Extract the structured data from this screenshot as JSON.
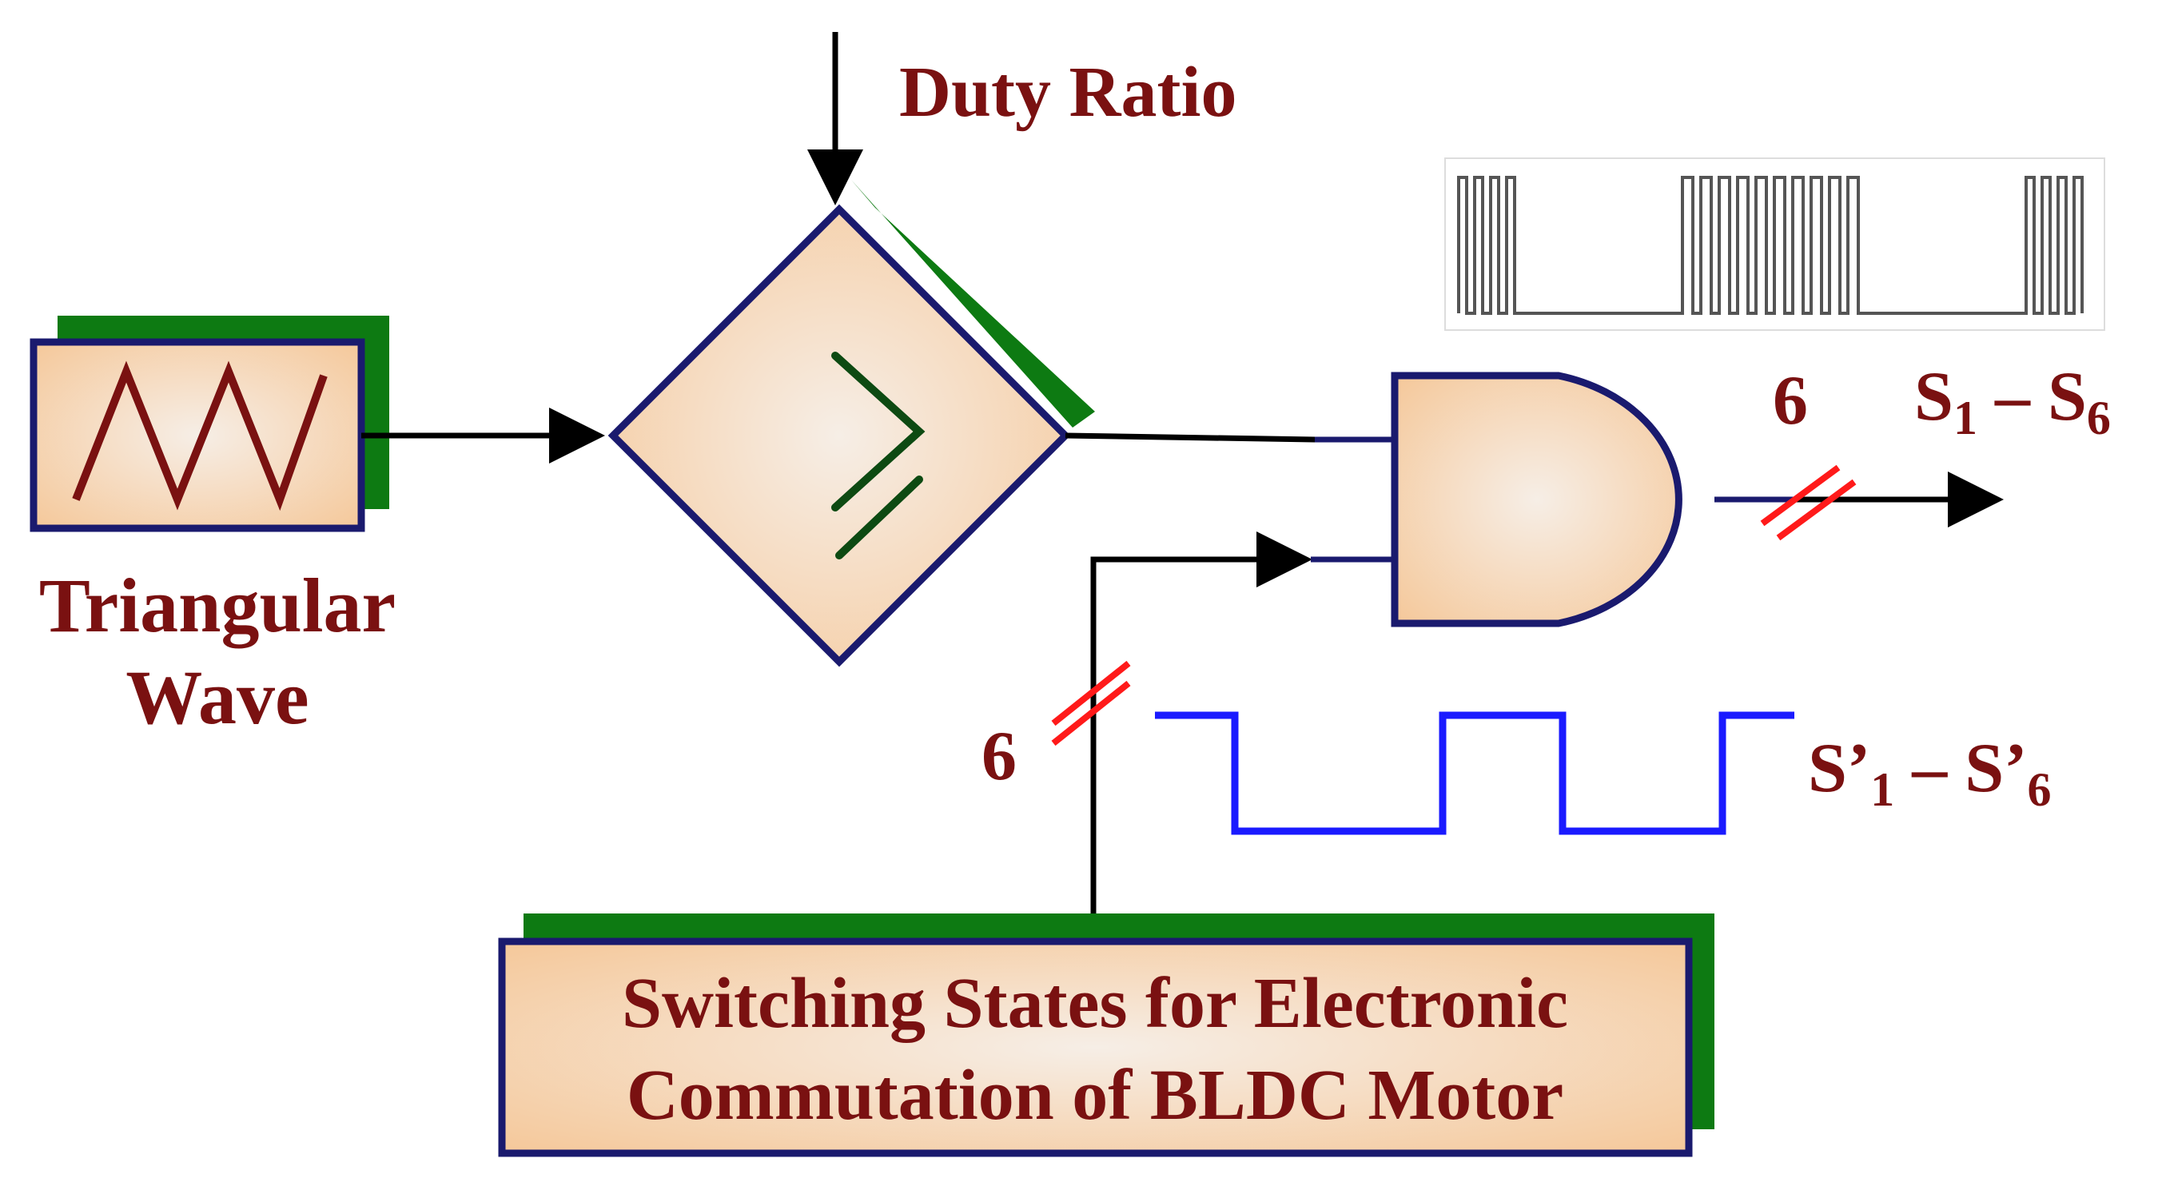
{
  "labels": {
    "duty_ratio": "Duty Ratio",
    "triangular_line1": "Triangular",
    "triangular_line2": "Wave",
    "bus_count_out": "6",
    "bus_count_in": "6",
    "output_signal": {
      "base": "S",
      "sub_start": "1",
      "dash": " – ",
      "base2": "S",
      "sub_end": "6"
    },
    "commutation_signal": {
      "base": "S’",
      "sub_start": "1",
      "dash": " – ",
      "base2": "S’",
      "sub_end": "6"
    },
    "switching_block_line1": "Switching States for Electronic",
    "switching_block_line2": "Commutation of BLDC Motor",
    "comparator_symbol": "≥"
  },
  "colors": {
    "label_text": "#7a1111",
    "block_border": "#1a1a6e",
    "block_fill_center": "#f6eee6",
    "block_fill_edge": "#f5c89a",
    "shadow": "#0d7a12",
    "wire": "#000000",
    "bus_slash": "#ff1a1a",
    "triangle_wave": "#7a1111",
    "comparator_symbol": "#0d4a12",
    "pwm_waveform": "#555555",
    "commutation_waveform": "#1a1aff"
  }
}
